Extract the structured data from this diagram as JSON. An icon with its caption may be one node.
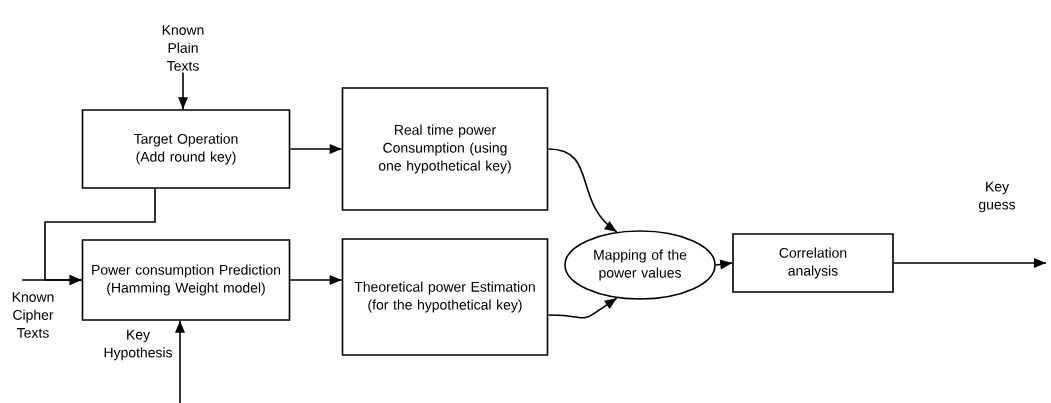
{
  "diagram": {
    "nodes": [
      {
        "text": [
          "Known Plain Texts"
        ]
      },
      {
        "text": [
          "Target Operation (Add round key)"
        ]
      },
      {
        "text": [
          "Real time power Consumption (using one hypothetical key)"
        ]
      },
      {
        "text": [
          "Power consumption Prediction (Hamming Weight model)"
        ]
      },
      {
        "text": [
          "Theoretical power Estimation (for the hypothetical key)"
        ]
      },
      {
        "text": [
          "Mapping of the power values"
        ]
      },
      {
        "text": [
          "Correlation analysis"
        ]
      }
    ],
    "edges": [
      {
        "from": 0,
        "to": 1,
        "arrow": "to"
      },
      {
        "from": 1,
        "to": 2,
        "arrow": "to"
      },
      {
        "from": 1,
        "to": 3,
        "arrow": "to"
      },
      {
        "from": null,
        "to": 3,
        "arrow": "to"
      },
      {
        "from": null,
        "to": 3,
        "arrow": "to"
      },
      {
        "from": 3,
        "to": 4,
        "arrow": "to"
      },
      {
        "from": 2,
        "to": 5,
        "arrow": "to"
      },
      {
        "from": 4,
        "to": 5,
        "arrow": "to"
      },
      {
        "from": 5,
        "to": 6,
        "arrow": "to"
      },
      {
        "from": 6,
        "to": null,
        "arrow": "to"
      }
    ],
    "labels": [
      "Known Cipher Texts",
      "Key Hypothesis",
      "Key guess"
    ]
  }
}
